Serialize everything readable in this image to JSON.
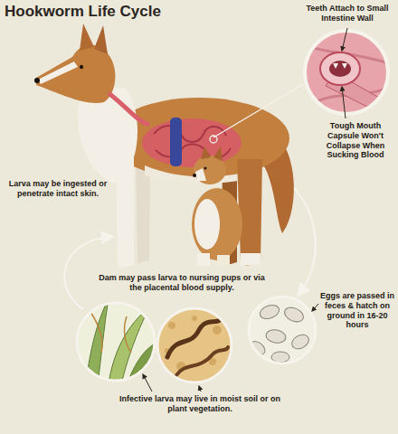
{
  "diagram": {
    "title": "Hookworm Life Cycle",
    "labels": [
      "Teeth Attach to Small Intestine Wall",
      "Tough Mouth Capsule Won't Collapse When Sucking Blood",
      "Larva may be ingested or penetrate intact skin.",
      "Dam may pass larva to nursing pups or via the placental blood supply.",
      "Eggs are passed in feces & hatch on ground in 16-20 hours",
      "Infective larva may live in moist soil or on plant vegetation."
    ]
  }
}
